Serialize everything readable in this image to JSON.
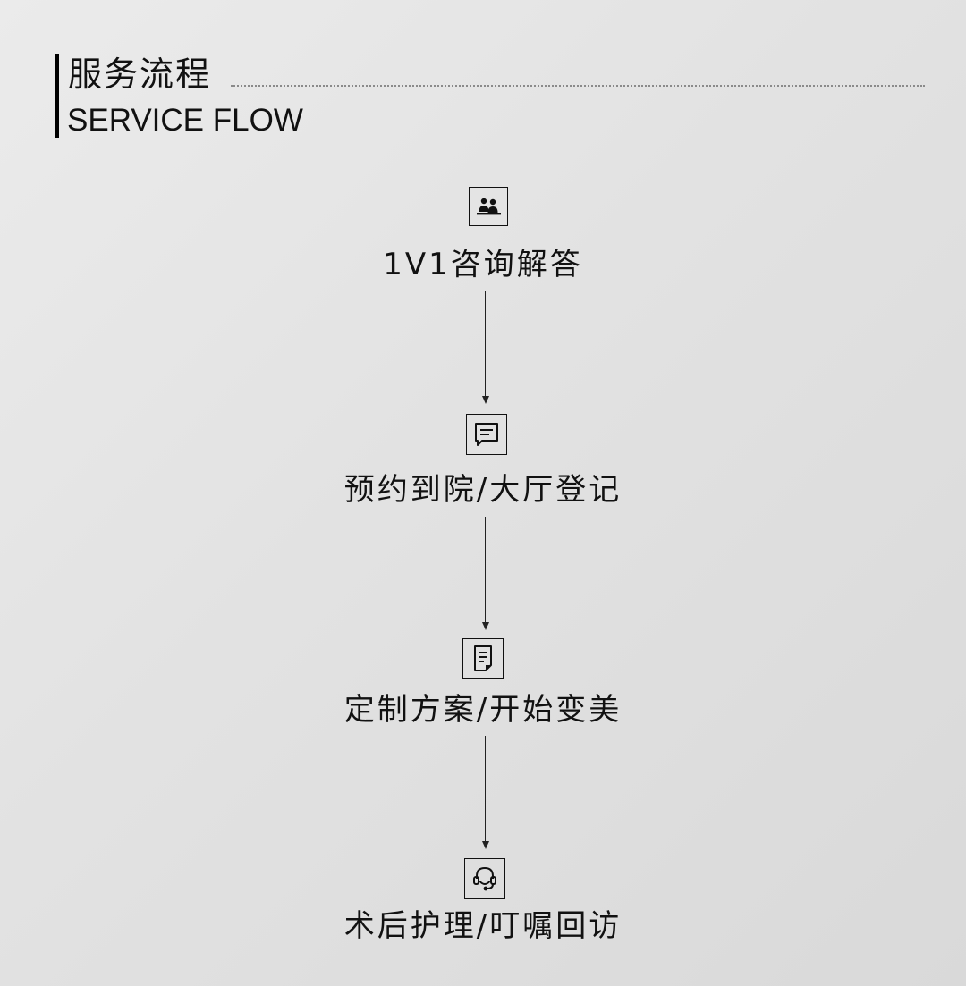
{
  "header": {
    "title_cn": "服务流程",
    "title_en": "SERVICE FLOW"
  },
  "steps": [
    {
      "label": "1V1咨询解答",
      "icon": "consultation-people-icon"
    },
    {
      "label": "预约到院/大厅登记",
      "icon": "chat-message-icon"
    },
    {
      "label": "定制方案/开始变美",
      "icon": "document-plan-icon"
    },
    {
      "label": "术后护理/叮嘱回访",
      "icon": "headset-support-icon"
    }
  ],
  "colors": {
    "background": "#e2e2e2",
    "text": "#111111",
    "line": "#222222",
    "dots": "#8a8a8a"
  }
}
